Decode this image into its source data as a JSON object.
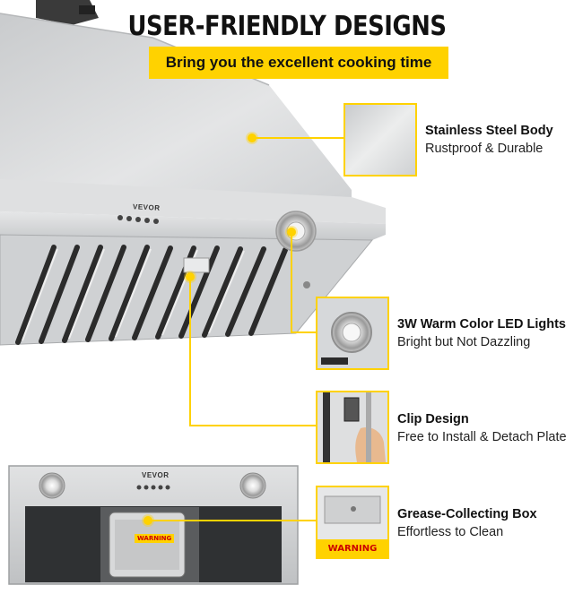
{
  "header": {
    "title": "USER-FRIENDLY DESIGNS",
    "banner": "Bring you the excellent cooking time"
  },
  "brand": "VEVOR",
  "warning_label": "WARNING",
  "features": [
    {
      "title": "Stainless Steel Body",
      "subtitle": "Rustproof & Durable"
    },
    {
      "title": "3W Warm Color LED Lights",
      "subtitle": "Bright but Not Dazzling"
    },
    {
      "title": "Clip Design",
      "subtitle": "Free to Install & Detach Plate"
    },
    {
      "title": "Grease-Collecting Box",
      "subtitle": "Effortless to Clean"
    }
  ],
  "colors": {
    "accent": "#ffd200",
    "steel": "#d4d6d8",
    "text": "#111111"
  }
}
